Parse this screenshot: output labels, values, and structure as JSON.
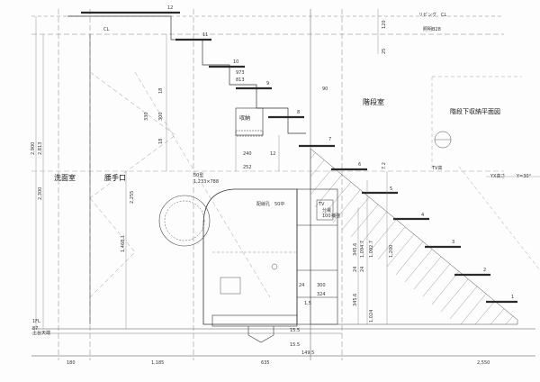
{
  "rooms": {
    "washroom": "洗面室",
    "stair_room": "階段室",
    "handrail": "腰手口",
    "storage": "収納",
    "plan_title": "階段下収納平面図"
  },
  "step_numbers": [
    "1",
    "2",
    "3",
    "4",
    "5",
    "6",
    "7",
    "8",
    "9",
    "10",
    "11",
    "12"
  ],
  "labels": {
    "ceiling_cl": "CL",
    "ceiling_cl_right": "リビング　CL",
    "lighting_note": "照明B28",
    "appliance_size": "50型",
    "appliance_dims": "1,233×788",
    "pipe_label": "配線孔　50中",
    "tv_label": "TV高",
    "one_fl": "1FL",
    "base_top": "土台天端",
    "box_label_1": "TV",
    "box_label_2": "分電",
    "box_label_3": "100",
    "box_label_4": "補強",
    "axis_note": "YX高さ",
    "slope_note": "Y=30°"
  },
  "dims_bottom": [
    "180",
    "1,185",
    "635",
    "2,550"
  ],
  "dims_small_bottom": [
    "15.5",
    "149.5"
  ],
  "dims_left": [
    "2,900",
    "2,813",
    "2,300",
    "2,255",
    "1,468.1",
    "87"
  ],
  "dims_top": [
    "973",
    "813",
    "90",
    "330",
    "300",
    "18",
    "18",
    "240",
    "252",
    "12"
  ],
  "dims_right": [
    "25",
    "120",
    "7.2",
    "1,200",
    "1,092.7",
    "1,094.7",
    "345.6",
    "345.6",
    "24",
    "24",
    "1,024"
  ],
  "dims_mid": [
    "24",
    "300",
    "324",
    "15.5",
    "1,5"
  ],
  "colors": {
    "line": "#333333",
    "thin": "#666666",
    "dash": "#888888",
    "tread": "#2a2a2a",
    "hatch": "#555555"
  }
}
